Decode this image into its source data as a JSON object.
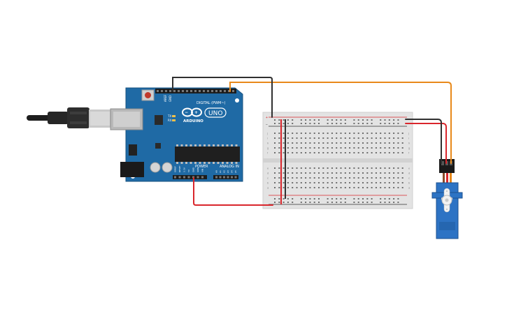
{
  "board": {
    "brand": "ARDUINO",
    "model": "UNO",
    "digital_label": "DIGITAL (PWM~)",
    "power_label": "POWER",
    "analog_label": "ANALOG IN",
    "tx_label": "TX",
    "rx_label": "RX",
    "aref_label": "AREF",
    "gnd_label": "GND",
    "power_pins": [
      "IOREF",
      "RESET",
      "3.3V",
      "5V",
      "GND",
      "GND",
      "VIN"
    ],
    "analog_pins": [
      "A0",
      "A1",
      "A2",
      "A3",
      "A4",
      "A5"
    ]
  },
  "breadboard": {
    "row_letters_top": [
      "j",
      "i",
      "h",
      "g",
      "f"
    ],
    "row_letters_bottom": [
      "e",
      "d",
      "c",
      "b",
      "a"
    ],
    "plus_sign": "+",
    "minus_sign": "−"
  },
  "wire_colors": {
    "signal": "#e8891a",
    "ground": "#303030",
    "power": "#d9262c"
  }
}
